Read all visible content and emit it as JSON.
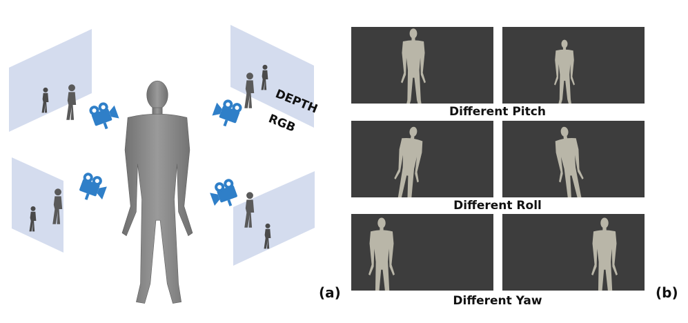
{
  "panel_a": {
    "label": "(a)",
    "modality_depth": "DEPTH",
    "modality_rgb": "RGB",
    "camera_icon": "movie-camera-icon",
    "camera_color": "#2f7fc8",
    "plane_color": "#d4dcee"
  },
  "panel_b": {
    "label": "(b)",
    "render_bg": "#3d3d3d",
    "figure_color": "#b9b6a8",
    "rows": [
      {
        "caption": "Different Pitch"
      },
      {
        "caption": "Different Roll"
      },
      {
        "caption": "Different Yaw"
      }
    ]
  }
}
